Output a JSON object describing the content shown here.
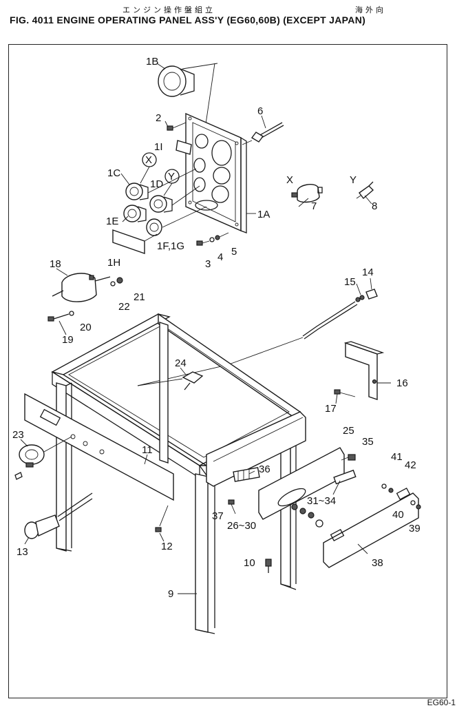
{
  "header": {
    "jp_title": "エンジン操作盤組立",
    "jp_side": "海外向",
    "fig_title": "FIG. 4011  ENGINE OPERATING PANEL ASS'Y (EG60,60B) (EXCEPT JAPAN)"
  },
  "footer": {
    "code": "EG60-1"
  },
  "callouts": {
    "c1B": "1B",
    "c2": "2",
    "c6": "6",
    "c1I": "1I",
    "c1C": "1C",
    "cX": "X",
    "c1D": "1D",
    "cY": "Y",
    "cX2": "X",
    "cY2": "Y",
    "c7": "7",
    "c8": "8",
    "c1E": "1E",
    "c1A": "1A",
    "c1F1G": "1F,1G",
    "c3": "3",
    "c4": "4",
    "c5": "5",
    "c1H": "1H",
    "c18": "18",
    "c22": "22",
    "c21": "21",
    "c14": "14",
    "c15": "15",
    "c19": "19",
    "c20": "20",
    "c16": "16",
    "c24": "24",
    "c17": "17",
    "c23": "23",
    "c25": "25",
    "c35": "35",
    "c11": "11",
    "c41": "41",
    "c42": "42",
    "c36": "36",
    "c31_34": "31~34",
    "c37": "37",
    "c40": "40",
    "c39": "39",
    "c26_30": "26~30",
    "c13": "13",
    "c12": "12",
    "c10": "10",
    "c38": "38",
    "c9": "9"
  }
}
